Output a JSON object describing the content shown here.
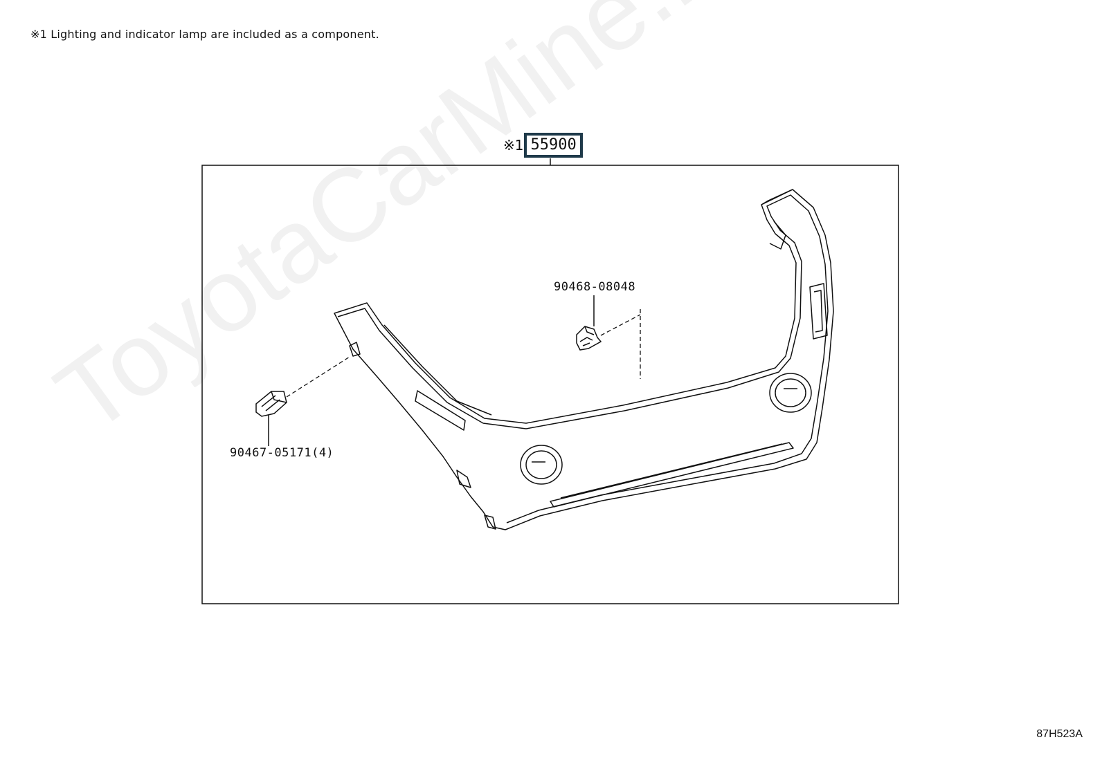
{
  "note": "※1 Lighting and indicator lamp are included as a component.",
  "callouts": {
    "main_mark": "※1",
    "main_part": "55900",
    "clip_upper": "90468-08048",
    "clip_lower": "90467-05171(4)"
  },
  "reference_code": "87H523A",
  "watermark": "ToyotaCarMine.ru"
}
